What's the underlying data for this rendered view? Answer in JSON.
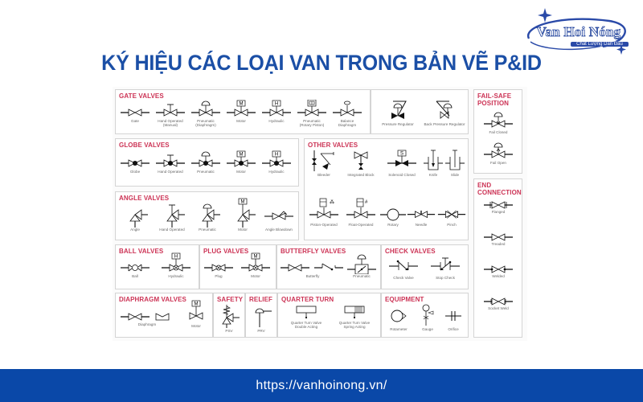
{
  "brand": {
    "name": "Van Hoi Nóng",
    "tagline": "Chất Lượng Dẫn Đầu",
    "colors": {
      "primary_blue": "#1b4fa6",
      "footer_blue": "#0a48a8",
      "section_red": "#cc3355"
    }
  },
  "title": "KÝ HIỆU CÁC LOẠI VAN TRONG BẢN VẼ P&ID",
  "footer": {
    "url": "https://vanhoinong.vn/"
  },
  "sections": {
    "gate": {
      "title": "GATE VALVES",
      "items": [
        "Gate",
        "Hand Operated\n(Manual)",
        "Pneumatic\n(Diaphragm)",
        "Motor",
        "Hydraulic",
        "Pneumatic\n(Rotary Piston)",
        "Balance\nDiaphragm"
      ]
    },
    "regulators": {
      "items": [
        "Pressure Regulator",
        "Back Pressure Regulator"
      ]
    },
    "fail_safe": {
      "title": "FAIL-SAFE\nPOSITION",
      "items": [
        "Fail Closed",
        "Fail Open"
      ]
    },
    "globe": {
      "title": "GLOBE VALVES",
      "items": [
        "Globe",
        "Hand Operated",
        "Pneumatic",
        "Motor",
        "Hydraulic"
      ]
    },
    "other": {
      "title": "OTHER VALVES",
      "items": [
        "Bleeder",
        "Integrated Block",
        "Solenoid Closed",
        "Knife",
        "Slide",
        "Piston-Operated",
        "Float-Operated",
        "Rotary",
        "Needle",
        "Pinch"
      ]
    },
    "angle": {
      "title": "ANGLE VALVES",
      "items": [
        "Angle",
        "Hand Operated",
        "Pneumatic",
        "Motor",
        "Angle Blowdown"
      ]
    },
    "end_connection": {
      "title": "END\nCONNECTION",
      "items": [
        "Flanged",
        "Treaded",
        "Welded",
        "Socket Weld"
      ]
    },
    "ball": {
      "title": "BALL VALVES",
      "items": [
        "Ball",
        "Hydraulic"
      ]
    },
    "plug": {
      "title": "PLUG VALVES",
      "items": [
        "Plug",
        "Motor"
      ]
    },
    "butterfly": {
      "title": "BUTTERFLY VALVES",
      "items": [
        "Butterfly",
        "Pneumatic"
      ]
    },
    "check": {
      "title": "CHECK VALVES",
      "items": [
        "Check Valve",
        "Stop Check"
      ]
    },
    "diaphragm": {
      "title": "DIAPHRAGM VALVES",
      "items": [
        "Diaphragm",
        "Motor"
      ]
    },
    "safety": {
      "title": "SAFETY",
      "items": [
        "PSV"
      ]
    },
    "relief": {
      "title": "RELIEF",
      "items": [
        "PRV"
      ]
    },
    "quarter_turn": {
      "title": "QUARTER TURN",
      "items": [
        "Quarter Turn Valve\nDouble Acting",
        "Quarter Turn Valve\nSpring Acting"
      ]
    },
    "equipment": {
      "title": "EQUIPMENT",
      "items": [
        "Rotameter",
        "Gauge",
        "Orifice"
      ]
    }
  },
  "actuator_letters": {
    "motor": "M",
    "hydraulic": "H",
    "solenoid": "S"
  }
}
